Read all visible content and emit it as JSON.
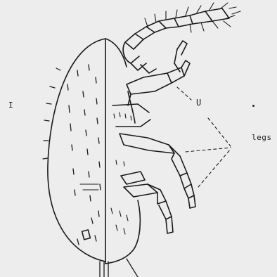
{
  "labels": {
    "left": "I",
    "u": "U",
    "legs": "legs"
  },
  "colors": {
    "background": "#ededed",
    "ink": "#1a1a1a"
  }
}
